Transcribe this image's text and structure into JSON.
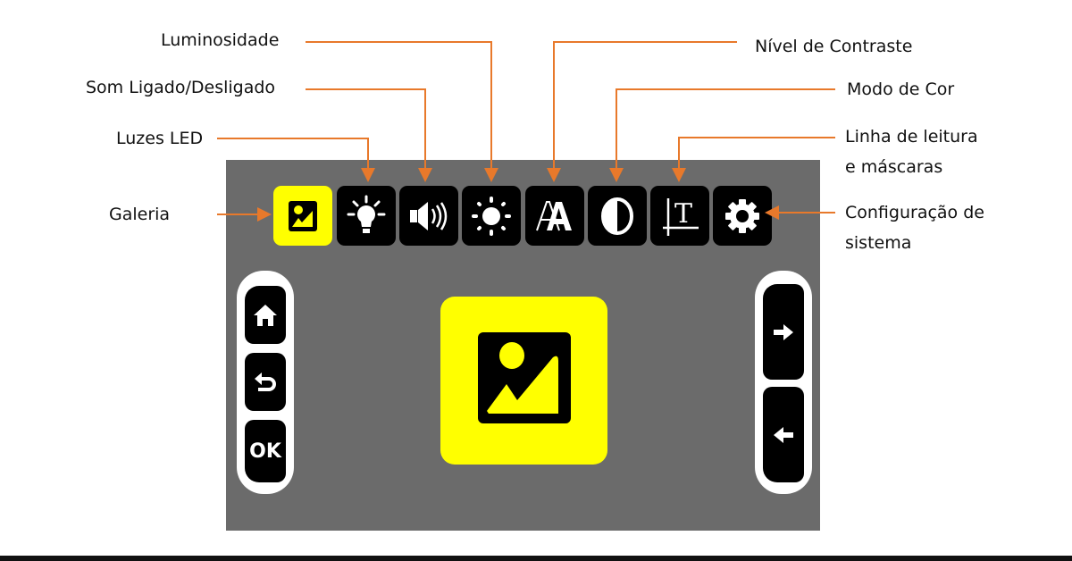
{
  "labels": {
    "luminosidade": "Luminosidade",
    "som": "Som Ligado/Desligado",
    "luzes_led": "Luzes LED",
    "galeria": "Galeria",
    "contraste": "Nível de Contraste",
    "modo_cor": "Modo de Cor",
    "linha_leitura_1": "Linha de leitura",
    "linha_leitura_2": "e máscaras",
    "config_1": "Configuração de",
    "config_2": "sistema"
  },
  "toolbar": [
    {
      "icon": "gallery-icon",
      "selected": true
    },
    {
      "icon": "lightbulb-icon",
      "selected": false
    },
    {
      "icon": "speaker-icon",
      "selected": false
    },
    {
      "icon": "sun-icon",
      "selected": false
    },
    {
      "icon": "font-contrast-icon",
      "selected": false
    },
    {
      "icon": "half-circle-icon",
      "selected": false
    },
    {
      "icon": "reading-line-icon",
      "selected": false
    },
    {
      "icon": "gear-icon",
      "selected": false
    }
  ],
  "side": {
    "ok_label": "OK"
  },
  "colors": {
    "accent": "#ffff00",
    "leader": "#e8792b",
    "screen": "#6b6b6b"
  }
}
